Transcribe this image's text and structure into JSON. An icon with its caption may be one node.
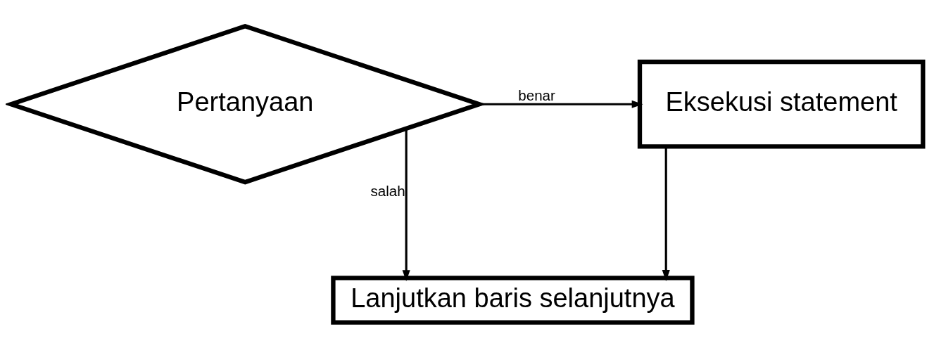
{
  "diagram": {
    "nodes": [
      {
        "text": [
          "Pertanyaan"
        ]
      },
      {
        "text": [
          "Eksekusi statement"
        ]
      },
      {
        "text": [
          "Lanjutkan baris selanjutnya"
        ]
      }
    ],
    "edges": [
      {
        "from": 0,
        "to": 1,
        "arrow": "to",
        "label": "benar"
      },
      {
        "from": 0,
        "to": 2,
        "arrow": "to",
        "label": "salah"
      },
      {
        "from": 1,
        "to": 2,
        "arrow": "to"
      }
    ]
  }
}
